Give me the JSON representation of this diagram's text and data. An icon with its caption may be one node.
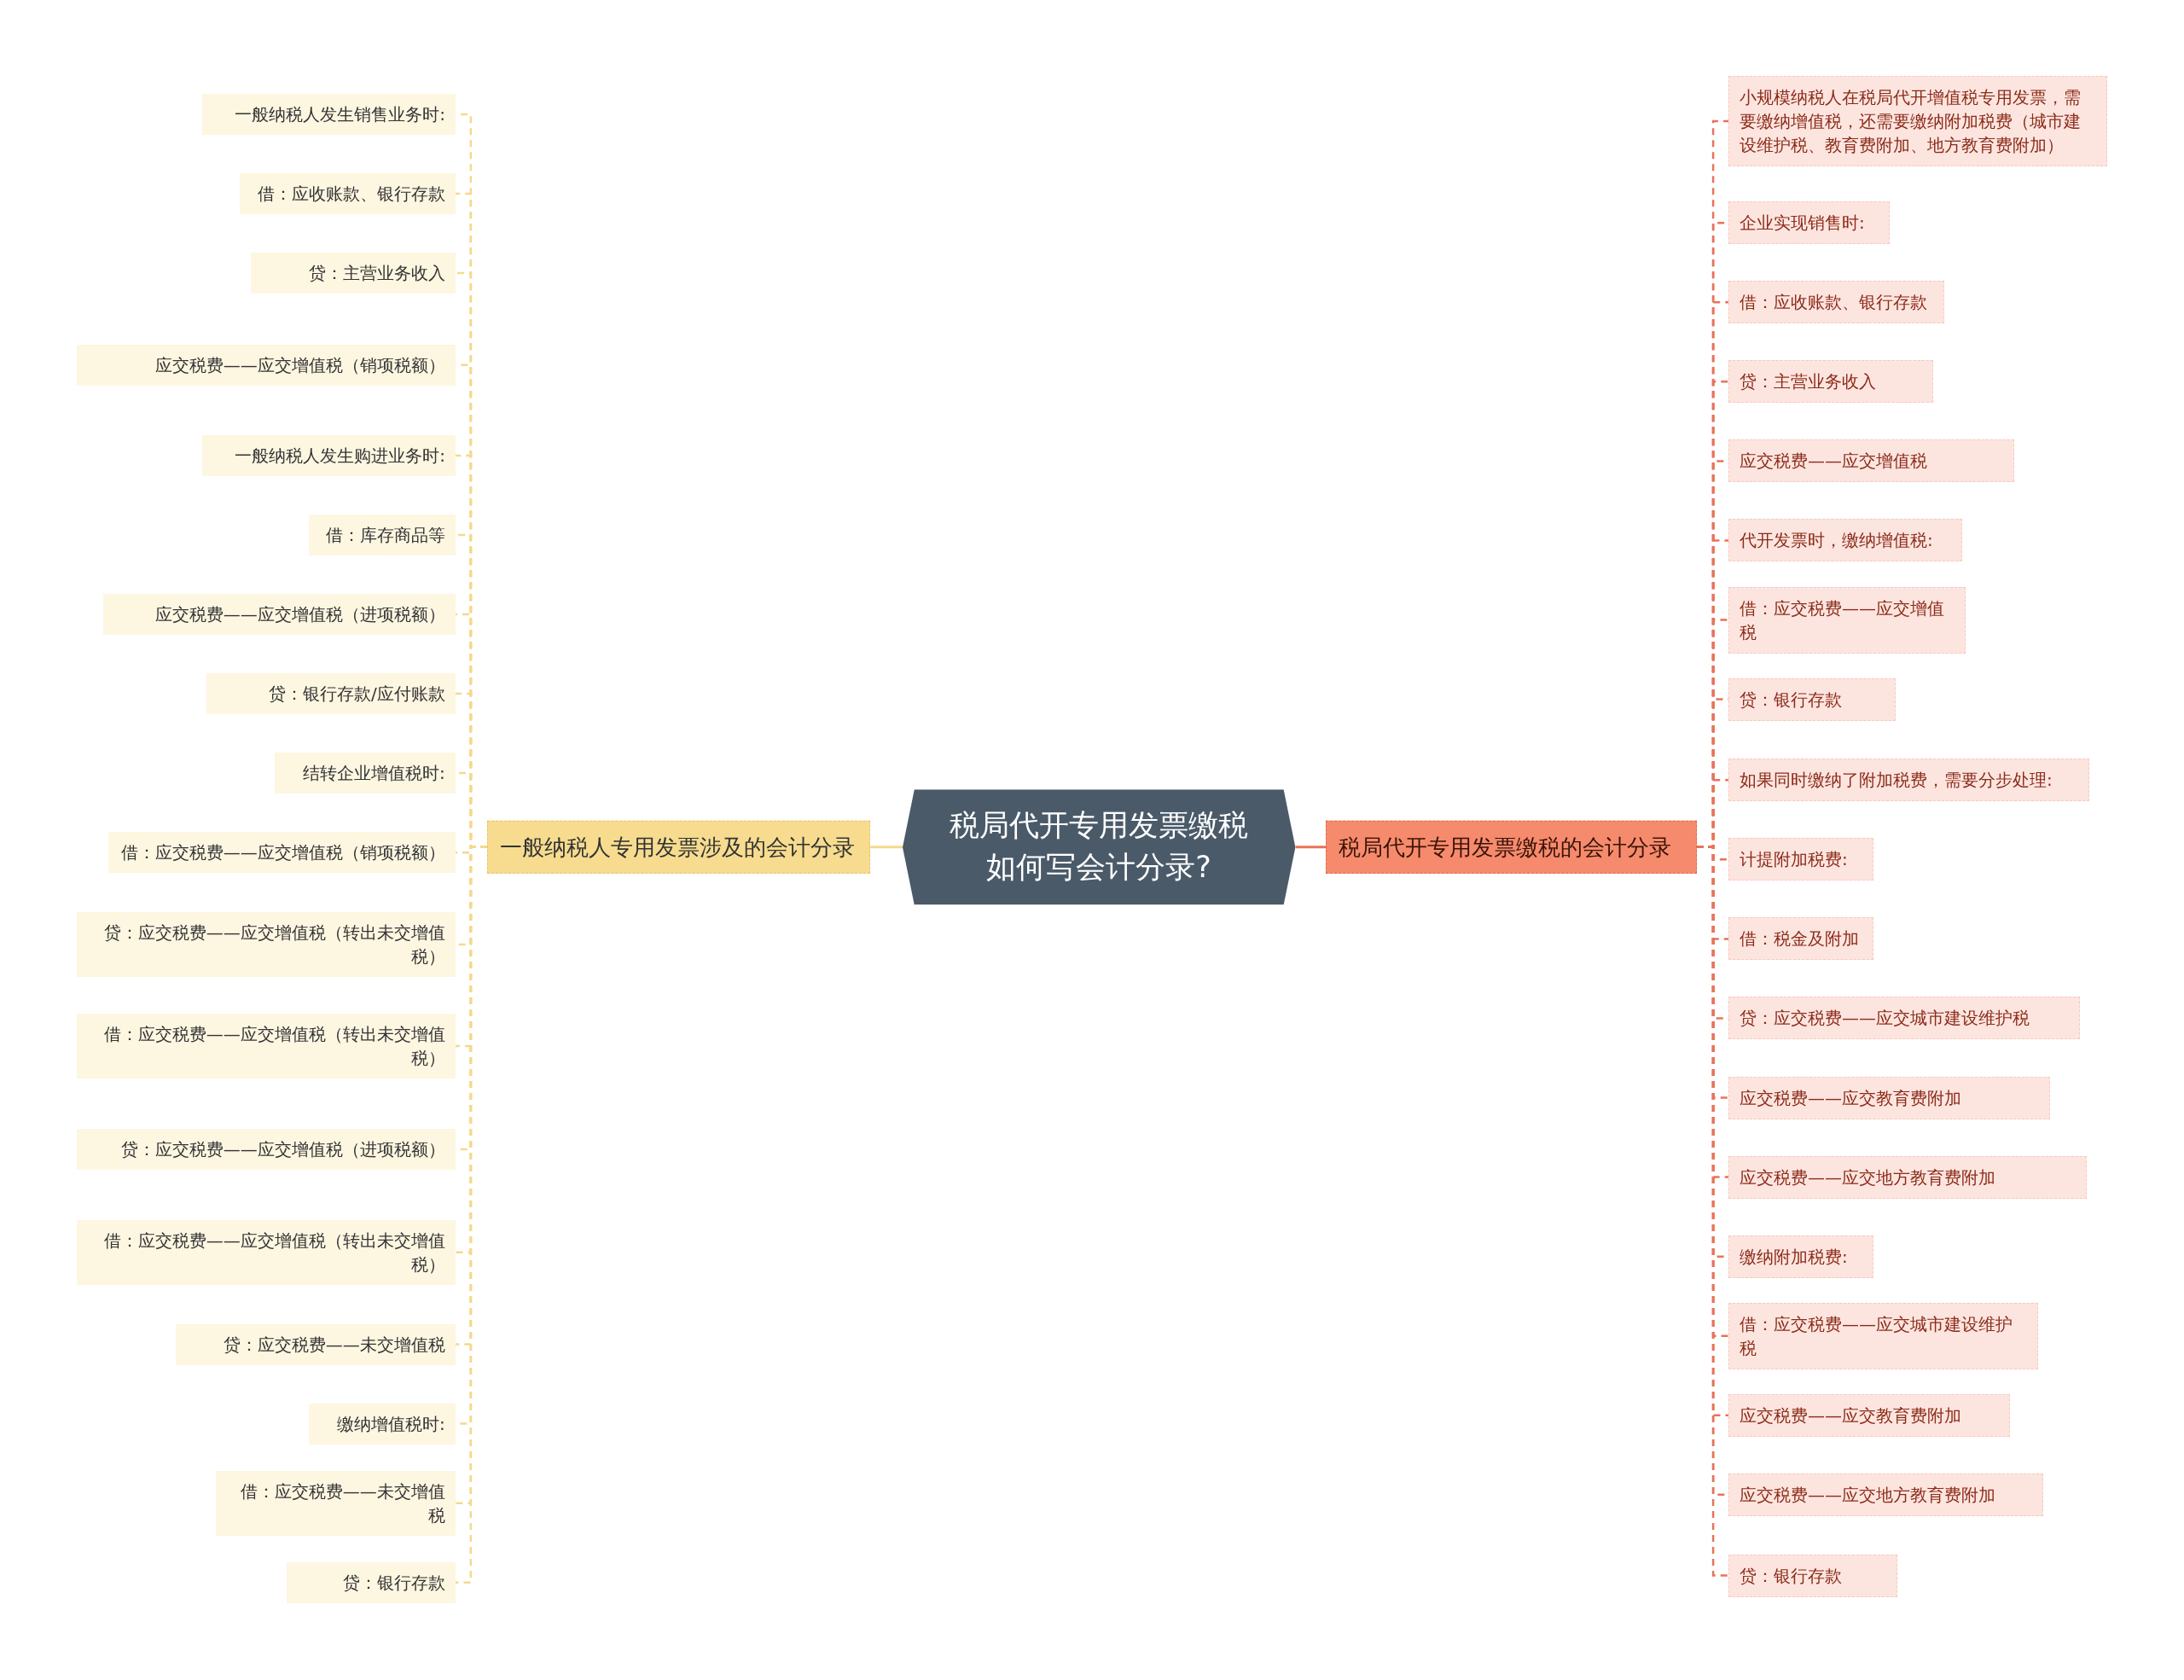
{
  "diagram": {
    "nodes": [
      {
        "text": [
          "税局代开专用发票缴税如何写会计分录?"
        ]
      },
      {
        "text": [
          "一般纳税人专用发票涉及的会计分录"
        ]
      },
      {
        "text": [
          "一般纳税人发生销售业务时:"
        ]
      },
      {
        "text": [
          "借：应收账款、银行存款"
        ]
      },
      {
        "text": [
          "贷：主营业务收入"
        ]
      },
      {
        "text": [
          "应交税费——应交增值税（销项税额）"
        ]
      },
      {
        "text": [
          "一般纳税人发生购进业务时:"
        ]
      },
      {
        "text": [
          "借：库存商品等"
        ]
      },
      {
        "text": [
          "应交税费——应交增值税（进项税额）"
        ]
      },
      {
        "text": [
          "贷：银行存款/应付账款"
        ]
      },
      {
        "text": [
          "结转企业增值税时:"
        ]
      },
      {
        "text": [
          "借：应交税费——应交增值税（销项税额）"
        ]
      },
      {
        "text": [
          "贷：应交税费——应交增值税（转出未交增值税）"
        ]
      },
      {
        "text": [
          "借：应交税费——应交增值税（转出未交增值税）"
        ]
      },
      {
        "text": [
          "贷：应交税费——应交增值税（进项税额）"
        ]
      },
      {
        "text": [
          "借：应交税费——应交增值税（转出未交增值税）"
        ]
      },
      {
        "text": [
          "贷：应交税费——未交增值税"
        ]
      },
      {
        "text": [
          "缴纳增值税时:"
        ]
      },
      {
        "text": [
          "借：应交税费——未交增值税"
        ]
      },
      {
        "text": [
          "贷：银行存款"
        ]
      },
      {
        "text": [
          "税局代开专用发票缴税的会计分录"
        ]
      },
      {
        "text": [
          "小规模纳税人在税局代开增值税专用发票，需要缴纳增值税，还需要缴纳附加税费（城市建设维护税、教育费附加、地方教育费附加）"
        ]
      },
      {
        "text": [
          "企业实现销售时:"
        ]
      },
      {
        "text": [
          "借：应收账款、银行存款"
        ]
      },
      {
        "text": [
          "贷：主营业务收入"
        ]
      },
      {
        "text": [
          "应交税费——应交增值税"
        ]
      },
      {
        "text": [
          "代开发票时，缴纳增值税:"
        ]
      },
      {
        "text": [
          "借：应交税费——应交增值税"
        ]
      },
      {
        "text": [
          "贷：银行存款"
        ]
      },
      {
        "text": [
          "如果同时缴纳了附加税费，需要分步处理:"
        ]
      },
      {
        "text": [
          "计提附加税费:"
        ]
      },
      {
        "text": [
          "借：税金及附加"
        ]
      },
      {
        "text": [
          "贷：应交税费——应交城市建设维护税"
        ]
      },
      {
        "text": [
          "应交税费——应交教育费附加"
        ]
      },
      {
        "text": [
          "应交税费——应交地方教育费附加"
        ]
      },
      {
        "text": [
          "缴纳附加税费:"
        ]
      },
      {
        "text": [
          "借：应交税费——应交城市建设维护税"
        ]
      },
      {
        "text": [
          "应交税费——应交教育费附加"
        ]
      },
      {
        "text": [
          "应交税费——应交地方教育费附加"
        ]
      },
      {
        "text": [
          "贷：银行存款"
        ]
      }
    ],
    "edges": [
      {
        "from": 0,
        "to": 1,
        "arrow": "none",
        "color": "#f5d98b"
      },
      {
        "from": 0,
        "to": 20,
        "arrow": "none",
        "color": "#e8735a"
      },
      {
        "from": 1,
        "to": 2,
        "arrow": "none",
        "style": "dashed",
        "color": "#f5d98b"
      },
      {
        "from": 1,
        "to": 3,
        "arrow": "none",
        "style": "dashed",
        "color": "#f5d98b"
      },
      {
        "from": 1,
        "to": 4,
        "arrow": "none",
        "style": "dashed",
        "color": "#f5d98b"
      },
      {
        "from": 1,
        "to": 5,
        "arrow": "none",
        "style": "dashed",
        "color": "#f5d98b"
      },
      {
        "from": 1,
        "to": 6,
        "arrow": "none",
        "style": "dashed",
        "color": "#f5d98b"
      },
      {
        "from": 1,
        "to": 7,
        "arrow": "none",
        "style": "dashed",
        "color": "#f5d98b"
      },
      {
        "from": 1,
        "to": 8,
        "arrow": "none",
        "style": "dashed",
        "color": "#f5d98b"
      },
      {
        "from": 1,
        "to": 9,
        "arrow": "none",
        "style": "dashed",
        "color": "#f5d98b"
      },
      {
        "from": 1,
        "to": 10,
        "arrow": "none",
        "style": "dashed",
        "color": "#f5d98b"
      },
      {
        "from": 1,
        "to": 11,
        "arrow": "none",
        "style": "dashed",
        "color": "#f5d98b"
      },
      {
        "from": 1,
        "to": 12,
        "arrow": "none",
        "style": "dashed",
        "color": "#f5d98b"
      },
      {
        "from": 1,
        "to": 13,
        "arrow": "none",
        "style": "dashed",
        "color": "#f5d98b"
      },
      {
        "from": 1,
        "to": 14,
        "arrow": "none",
        "style": "dashed",
        "color": "#f5d98b"
      },
      {
        "from": 1,
        "to": 15,
        "arrow": "none",
        "style": "dashed",
        "color": "#f5d98b"
      },
      {
        "from": 1,
        "to": 16,
        "arrow": "none",
        "style": "dashed",
        "color": "#f5d98b"
      },
      {
        "from": 1,
        "to": 17,
        "arrow": "none",
        "style": "dashed",
        "color": "#f5d98b"
      },
      {
        "from": 1,
        "to": 18,
        "arrow": "none",
        "style": "dashed",
        "color": "#f5d98b"
      },
      {
        "from": 1,
        "to": 19,
        "arrow": "none",
        "style": "dashed",
        "color": "#f5d98b"
      },
      {
        "from": 20,
        "to": 21,
        "arrow": "none",
        "style": "dashed",
        "color": "#e8735a"
      },
      {
        "from": 20,
        "to": 22,
        "arrow": "none",
        "style": "dashed",
        "color": "#e8735a"
      },
      {
        "from": 20,
        "to": 23,
        "arrow": "none",
        "style": "dashed",
        "color": "#e8735a"
      },
      {
        "from": 20,
        "to": 24,
        "arrow": "none",
        "style": "dashed",
        "color": "#e8735a"
      },
      {
        "from": 20,
        "to": 25,
        "arrow": "none",
        "style": "dashed",
        "color": "#e8735a"
      },
      {
        "from": 20,
        "to": 26,
        "arrow": "none",
        "style": "dashed",
        "color": "#e8735a"
      },
      {
        "from": 20,
        "to": 27,
        "arrow": "none",
        "style": "dashed",
        "color": "#e8735a"
      },
      {
        "from": 20,
        "to": 28,
        "arrow": "none",
        "style": "dashed",
        "color": "#e8735a"
      },
      {
        "from": 20,
        "to": 29,
        "arrow": "none",
        "style": "dashed",
        "color": "#e8735a"
      },
      {
        "from": 20,
        "to": 30,
        "arrow": "none",
        "style": "dashed",
        "color": "#e8735a"
      },
      {
        "from": 20,
        "to": 31,
        "arrow": "none",
        "style": "dashed",
        "color": "#e8735a"
      },
      {
        "from": 20,
        "to": 32,
        "arrow": "none",
        "style": "dashed",
        "color": "#e8735a"
      },
      {
        "from": 20,
        "to": 33,
        "arrow": "none",
        "style": "dashed",
        "color": "#e8735a"
      },
      {
        "from": 20,
        "to": 34,
        "arrow": "none",
        "style": "dashed",
        "color": "#e8735a"
      },
      {
        "from": 20,
        "to": 35,
        "arrow": "none",
        "style": "dashed",
        "color": "#e8735a"
      },
      {
        "from": 20,
        "to": 36,
        "arrow": "none",
        "style": "dashed",
        "color": "#e8735a"
      },
      {
        "from": 20,
        "to": 37,
        "arrow": "none",
        "style": "dashed",
        "color": "#e8735a"
      },
      {
        "from": 20,
        "to": 38,
        "arrow": "none",
        "style": "dashed",
        "color": "#e8735a"
      },
      {
        "from": 20,
        "to": 39,
        "arrow": "none",
        "style": "dashed",
        "color": "#e8735a"
      }
    ]
  }
}
